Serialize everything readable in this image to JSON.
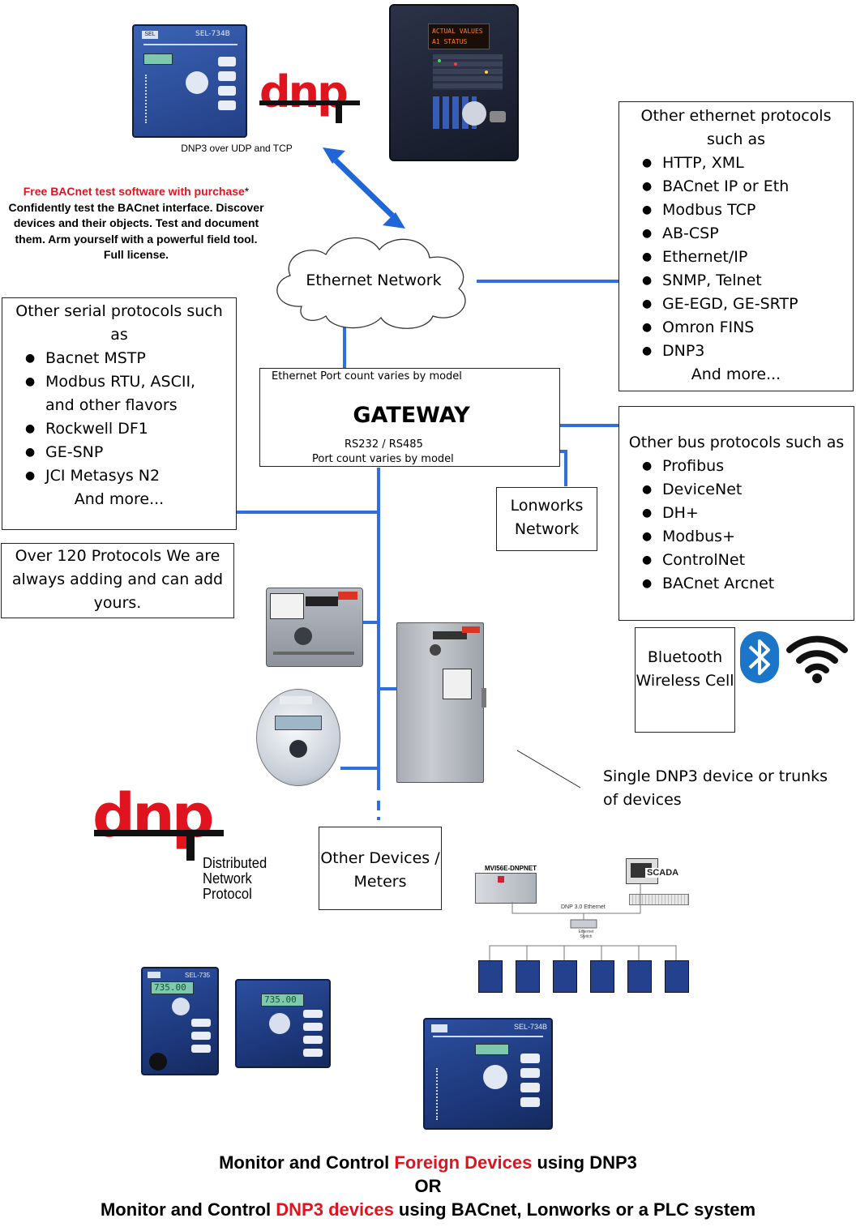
{
  "captions": {
    "dnp3_udp_tcp": "DNP3 over UDP and TCP",
    "device_tag": "SEL-734B",
    "ge_display_line1": "ACTUAL VALUES",
    "ge_display_line2": "A1 STATUS"
  },
  "promo": {
    "highlight": "Free BACnet test software with purchase",
    "asterisk": "*",
    "body": "Confidently test the BACnet interface. Discover devices and their objects. Test and document them. Arm yourself with a powerful field tool. Full license."
  },
  "ethernet_cloud": {
    "label": "Ethernet Network"
  },
  "ethernet_protocols": {
    "heading": "Other ethernet protocols such as",
    "items": [
      "HTTP, XML",
      "BACnet IP or Eth",
      "Modbus TCP",
      "AB-CSP",
      "Ethernet/IP",
      "SNMP, Telnet",
      "GE-EGD, GE-SRTP",
      "Omron FINS",
      "DNP3"
    ],
    "footer": "And more..."
  },
  "serial_protocols": {
    "heading": "Other serial protocols such as",
    "items": [
      "Bacnet MSTP",
      "Modbus RTU, ASCII, and other flavors",
      "Rockwell DF1",
      "GE-SNP",
      "JCI Metasys N2"
    ],
    "footer": "And more..."
  },
  "gateway": {
    "top_note": "Ethernet Port count varies by model",
    "title": "GATEWAY",
    "serial_line": "RS232 / RS485",
    "bottom_note": "Port count varies by model"
  },
  "bus_protocols": {
    "heading": "Other bus protocols such as",
    "items": [
      "Profibus",
      "DeviceNet",
      "DH+",
      "Modbus+",
      "ControlNet",
      "BACnet Arcnet"
    ]
  },
  "lonworks": {
    "label": "Lonworks Network"
  },
  "protocol_count": {
    "text": "Over 120 Protocols We are always adding and can add yours."
  },
  "wireless": {
    "label": "Bluetooth Wireless Cell"
  },
  "single_dnp3": {
    "text": "Single DNP3 device or trunks of devices"
  },
  "other_devices": {
    "label": "Other Devices / Meters"
  },
  "dnp_logo": {
    "mark": "dnp",
    "line1": "Distributed",
    "line2": "Network",
    "line3": "Protocol"
  },
  "scada_diagram": {
    "module": "MVI56E-DNPNET",
    "network": "DNP 3.0 Ethernet",
    "switch": "Ethernet Switch",
    "station": "SCADA"
  },
  "relays": {
    "display_value": "735.00",
    "model_a": "SEL-735",
    "model_b": "SEL-734B"
  },
  "footer": {
    "line1_a": "Monitor and Control ",
    "line1_b": "Foreign Devices",
    "line1_c": " using DNP3",
    "or": "OR",
    "line2_a": "Monitor and Control ",
    "line2_b": "DNP3  devices",
    "line2_c": " using BACnet, Lonworks or a PLC system"
  },
  "colors": {
    "wire": "#2f6fe0",
    "brand_red": "#e0141e",
    "relay_blue": "#1f3f8a"
  }
}
